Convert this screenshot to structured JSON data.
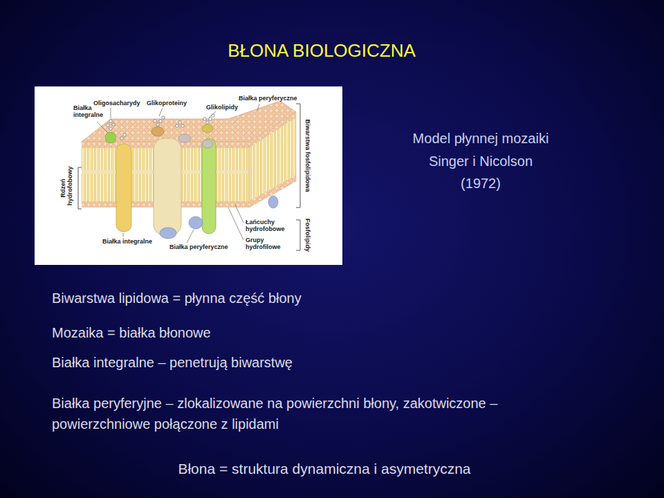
{
  "diagram": {
    "title": "BŁONA BIOLOGICZNA",
    "labels": [
      "Oligosacharydy",
      "Glikoproteiny",
      "Glikolipidy",
      "Białka peryferyczne",
      "Białka integralne",
      "Rdzeń hydrofobowy",
      "Biwarstwa fosfolipidowa",
      "Łańcuchy hydrofobowe",
      "Grupy hydrofilowe",
      "Fosfolipidy",
      "Białka integralne",
      "Białka peryferyczne",
      "Model płynnej mozaiki",
      "Singer i Nicolson",
      "(1972)",
      "Biwarstwa lipidowa = płynna część błony",
      "Mozaika = białka błonowe",
      "Białka integralne – penetrują biwarstwę",
      "Białka peryferyjne – zlokalizowane na powierzchni błony, zakotwiczone – powierzchniowe połączone z lipidami",
      "Błona = struktura dynamiczna i asymetryczna"
    ]
  }
}
